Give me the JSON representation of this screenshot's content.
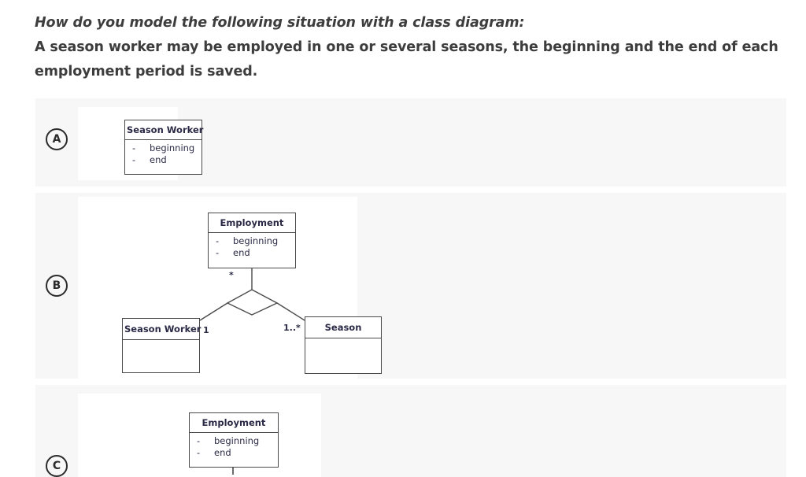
{
  "question": {
    "prompt_line": "How do you model the following situation with a class diagram:",
    "scenario_line_1": "A season worker may be employed in one or several seasons, the beginning and the end of each",
    "scenario_line_2": "employment period is saved."
  },
  "colors": {
    "page_background": "#ffffff",
    "option_row_background": "#f7f7f7",
    "diagram_background": "#ffffff",
    "text": "#3d3d3d",
    "diagram_stroke": "#4a4a4a",
    "diagram_text": "#2a2a46"
  },
  "options": [
    {
      "letter": "A",
      "classes": [
        {
          "name": "Season Worker",
          "attributes": [
            {
              "visibility": "-",
              "label": "beginning"
            },
            {
              "visibility": "-",
              "label": "end"
            }
          ]
        }
      ],
      "multiplicities": []
    },
    {
      "letter": "B",
      "classes": [
        {
          "name": "Employment",
          "attributes": [
            {
              "visibility": "-",
              "label": "beginning"
            },
            {
              "visibility": "-",
              "label": "end"
            }
          ]
        },
        {
          "name": "Season Worker",
          "attributes": []
        },
        {
          "name": "Season",
          "attributes": []
        }
      ],
      "multiplicities": [
        {
          "id": "employment-end",
          "label": "*"
        },
        {
          "id": "season-worker-end",
          "label": "1"
        },
        {
          "id": "season-end",
          "label": "1..*"
        }
      ],
      "relationship": "ternary-association-with-diamond"
    },
    {
      "letter": "C",
      "classes": [
        {
          "name": "Employment",
          "attributes": [
            {
              "visibility": "-",
              "label": "beginning"
            },
            {
              "visibility": "-",
              "label": "end"
            }
          ]
        }
      ],
      "multiplicities": [],
      "relationship": "dashed-association-class-line",
      "note": "cut off at bottom of screenshot"
    }
  ]
}
